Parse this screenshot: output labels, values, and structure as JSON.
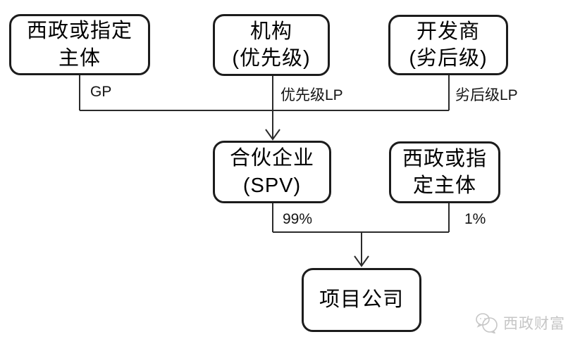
{
  "diagram": {
    "type": "flowchart",
    "nodes": {
      "gp_entity": {
        "label": "西政或指定\n主体"
      },
      "institution": {
        "label": "机构\n(优先级)"
      },
      "developer": {
        "label": "开发商\n(劣后级)"
      },
      "spv": {
        "label": "合伙企业\n(SPV)"
      },
      "designated_entity": {
        "label": "西政或指\n定主体"
      },
      "project_company": {
        "label": "项目公司"
      }
    },
    "edge_labels": {
      "gp": "GP",
      "senior_lp": "优先级LP",
      "junior_lp": "劣后级LP",
      "spv_ownership": "99%",
      "entity_ownership": "1%"
    },
    "watermark": {
      "icon": "wechat-bubbles-icon",
      "text": "西政财富"
    },
    "colors": {
      "background": "#ffffff",
      "box_border": "#1c1c1c",
      "line": "#2b2b2b",
      "text": "#000000",
      "watermark": "#c6c6c6"
    }
  }
}
